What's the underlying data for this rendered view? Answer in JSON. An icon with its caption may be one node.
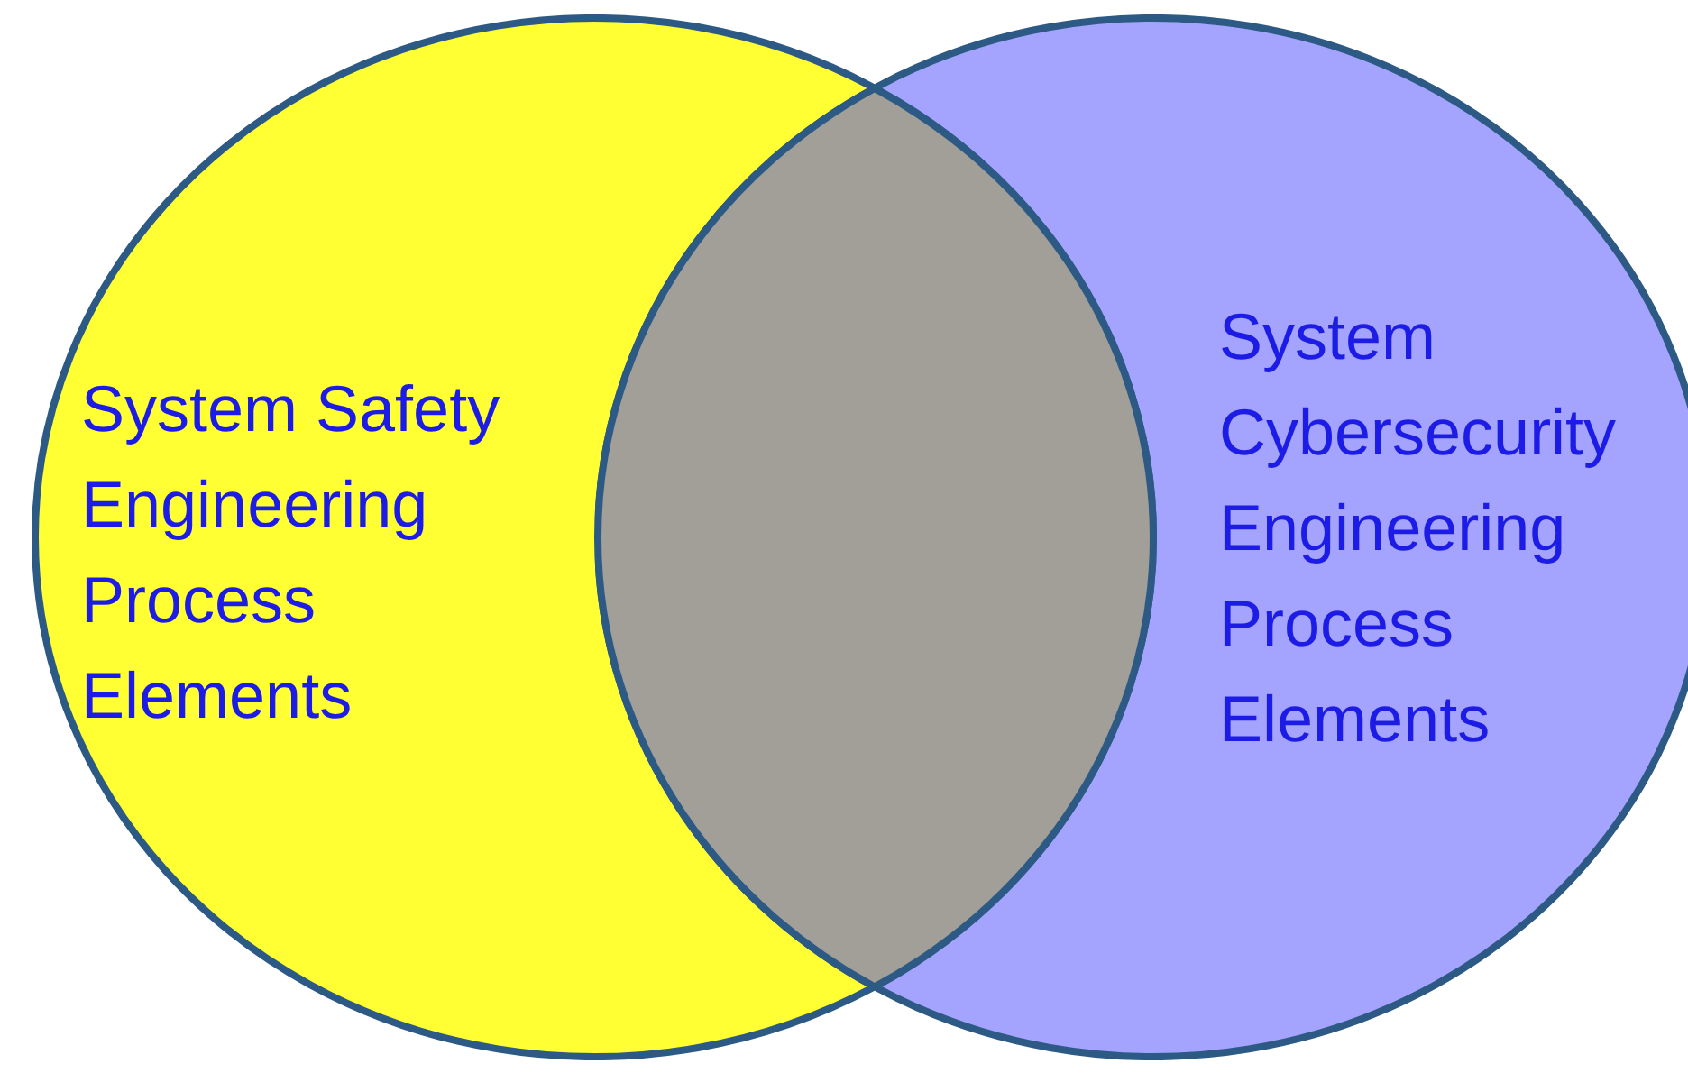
{
  "diagram": {
    "nodes": [
      {
        "text": [
          "System Safety Engineering Process Elements"
        ]
      },
      {
        "text": [
          "System Cybersecurity Engineering Process Elements"
        ]
      },
      {
        "text": [],
        "shape": "lens"
      }
    ]
  }
}
